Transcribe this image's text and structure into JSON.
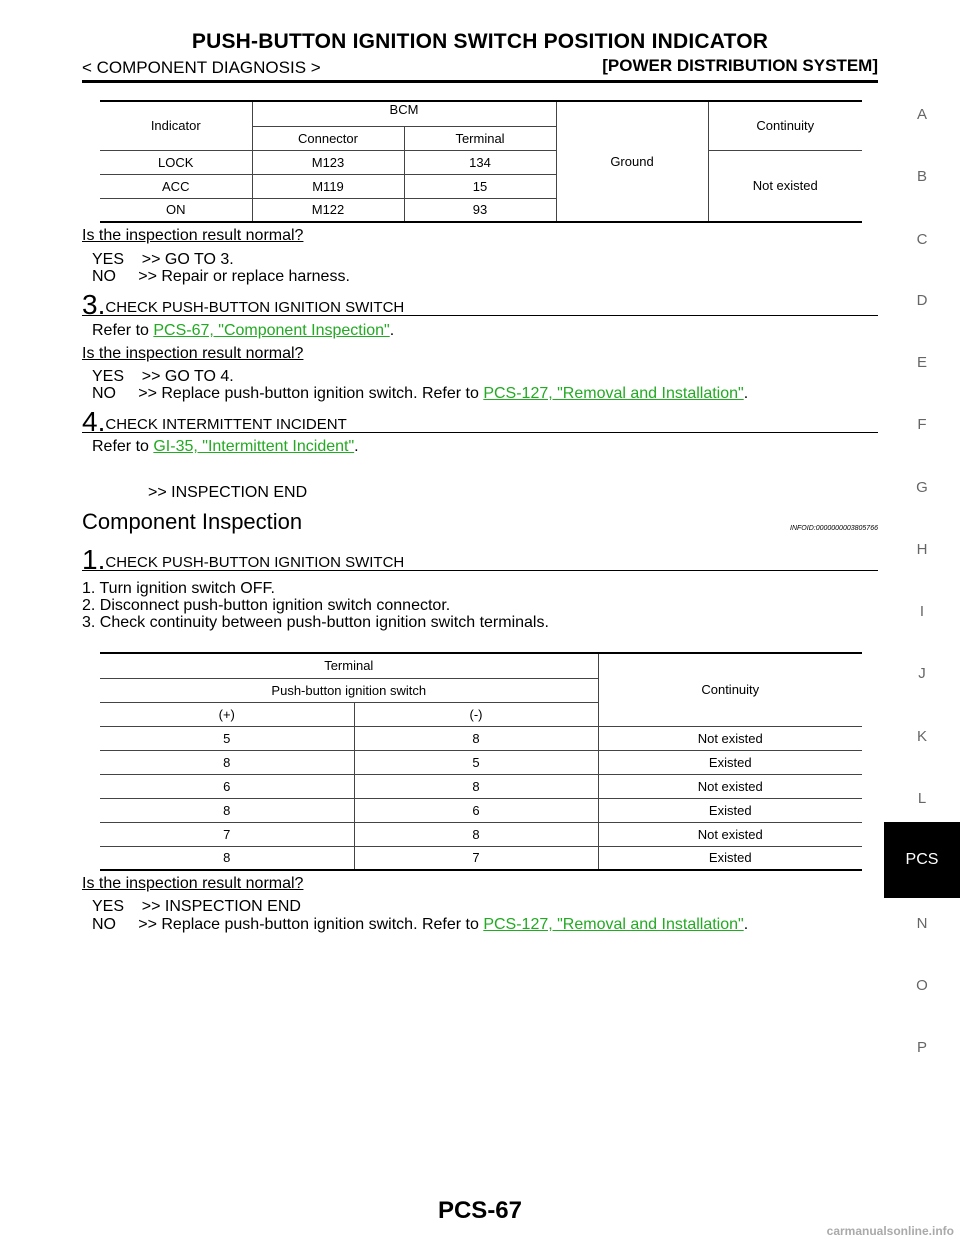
{
  "header": {
    "title": "PUSH-BUTTON IGNITION SWITCH POSITION INDICATOR",
    "left": "< COMPONENT DIAGNOSIS >",
    "right": "[POWER DISTRIBUTION SYSTEM]"
  },
  "side_tabs": [
    "A",
    "B",
    "C",
    "D",
    "E",
    "F",
    "G",
    "H",
    "I",
    "J",
    "K",
    "L",
    "PCS",
    "N",
    "O",
    "P"
  ],
  "table1": {
    "h_indicator": "Indicator",
    "h_bcm": "BCM",
    "h_connector": "Connector",
    "h_terminal": "Terminal",
    "h_ground": "Ground",
    "h_continuity": "Continuity",
    "continuity_value": "Not existed",
    "rows": [
      {
        "indicator": "LOCK",
        "connector": "M123",
        "terminal": "134"
      },
      {
        "indicator": "ACC",
        "connector": "M119",
        "terminal": "15"
      },
      {
        "indicator": "ON",
        "connector": "M122",
        "terminal": "93"
      }
    ]
  },
  "q1": "Is the inspection result normal?",
  "yes1": "YES    >> GO TO 3.",
  "no1": "NO     >> Repair or replace harness.",
  "step3": {
    "num": "3.",
    "label": "CHECK PUSH-BUTTON IGNITION SWITCH"
  },
  "refer3_prefix": "Refer to ",
  "refer3_link": "PCS-67, \"Component Inspection\"",
  "refer3_suffix": ".",
  "q2": "Is the inspection result normal?",
  "yes2": "YES    >> GO TO 4.",
  "no2_prefix": "NO     >> Replace push-button ignition switch. Refer to ",
  "no2_link": "PCS-127, \"Removal and Installation\"",
  "no2_suffix": ".",
  "step4": {
    "num": "4.",
    "label": "CHECK INTERMITTENT INCIDENT"
  },
  "refer4_prefix": "Refer to ",
  "refer4_link": "GI-35, \"Intermittent Incident\"",
  "refer4_suffix": ".",
  "end1": ">> INSPECTION END",
  "section_title": "Component Inspection",
  "infoid": "INFOID:0000000003805766",
  "step1": {
    "num": "1.",
    "label": "CHECK PUSH-BUTTON IGNITION SWITCH"
  },
  "instructions": [
    "1. Turn ignition switch OFF.",
    "2. Disconnect push-button ignition switch connector.",
    "3. Check continuity between push-button ignition switch terminals."
  ],
  "table2": {
    "h_terminal": "Terminal",
    "h_switch": "Push-button ignition switch",
    "h_plus": "(+)",
    "h_minus": "(-)",
    "h_continuity": "Continuity",
    "rows": [
      {
        "plus": "5",
        "minus": "8",
        "continuity": "Not existed"
      },
      {
        "plus": "8",
        "minus": "5",
        "continuity": "Existed"
      },
      {
        "plus": "6",
        "minus": "8",
        "continuity": "Not existed"
      },
      {
        "plus": "8",
        "minus": "6",
        "continuity": "Existed"
      },
      {
        "plus": "7",
        "minus": "8",
        "continuity": "Not existed"
      },
      {
        "plus": "8",
        "minus": "7",
        "continuity": "Existed"
      }
    ]
  },
  "q3": "Is the inspection result normal?",
  "yes3": "YES    >> INSPECTION END",
  "no3_prefix": "NO     >> Replace push-button ignition switch. Refer to ",
  "no3_link": "PCS-127, \"Removal and Installation\"",
  "no3_suffix": ".",
  "footer": "PCS-67",
  "watermark": "carmanualsonline.info"
}
